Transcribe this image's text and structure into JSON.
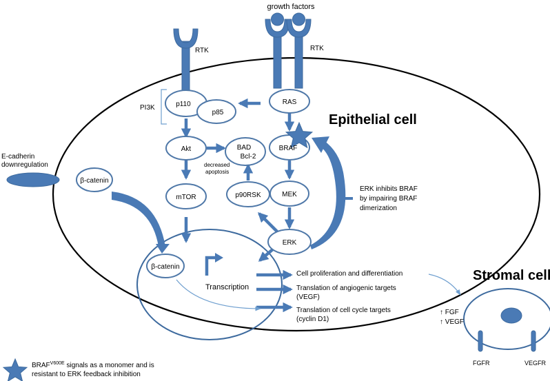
{
  "colors": {
    "primary": "#4a7ab5",
    "outline": "#3d6a9e",
    "node_stroke": "#4f78a8",
    "text": "#000000",
    "background": "#ffffff",
    "thin_arrow": "#6f9fcf"
  },
  "labels": {
    "growth_factors": "growth factors",
    "rtk_left": "RTK",
    "rtk_right": "RTK",
    "pi3k": "PI3K",
    "epithelial_cell": "Epithelial cell",
    "stromal_cell": "Stromal cell",
    "ecadherin_line1": "E-cadherin",
    "ecadherin_line2": "downregulation",
    "decreased_line1": "decreased",
    "decreased_line2": "apoptosis",
    "transcription": "Transcription",
    "erk_inhibits_line1": "ERK inhibits BRAF",
    "erk_inhibits_line2": "by impairing BRAF",
    "erk_inhibits_line3": "dimerization",
    "fgf": "↑ FGF",
    "vegf": "↑ VEGF",
    "fgfr": "FGFR",
    "vegfr": "VEGFR"
  },
  "nodes": {
    "p110": "p110",
    "p85": "p85",
    "ras": "RAS",
    "akt": "Akt",
    "bad": "BAD",
    "bcl2": "Bcl-2",
    "braf": "BRAF",
    "mtor": "mTOR",
    "p90rsk": "p90RSK",
    "mek": "MEK",
    "erk": "ERK",
    "beta_catenin_top": "β-catenin",
    "beta_catenin_nucleus": "β-catenin"
  },
  "outcomes": {
    "line1": "Cell proliferation and differentiation",
    "line2a": "Translation of angiogenic targets",
    "line2b": "(VEGF)",
    "line3a": "Translation of cell cycle targets",
    "line3b": "(cyclin D1)"
  },
  "legend": {
    "icon": "star-icon",
    "line1_prefix": "BRAF",
    "line1_superscript": "V600E",
    "line1_suffix": " signals as a monomer and is",
    "line2": "resistant to ERK feedback inhibition"
  }
}
